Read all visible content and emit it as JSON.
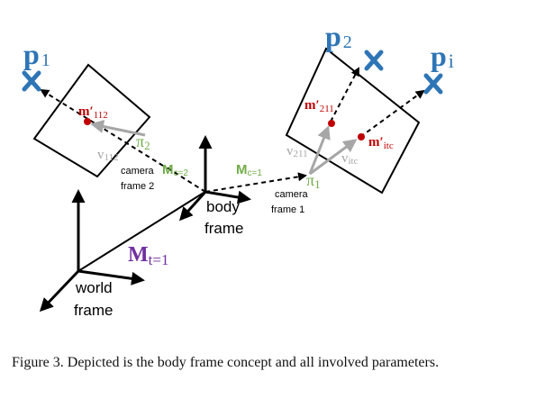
{
  "figure": {
    "points": {
      "p1": {
        "base": "p",
        "sub": "1"
      },
      "p2": {
        "base": "p",
        "sub": "2"
      },
      "pi": {
        "base": "p",
        "sub": "i"
      }
    },
    "measurements": {
      "m112": {
        "base": "m′",
        "sub": "112"
      },
      "m211": {
        "base": "m′",
        "sub": "211"
      },
      "mitc": {
        "base": "m′",
        "sub": "itc"
      }
    },
    "rays": {
      "v112": {
        "base": "v",
        "sub": "112"
      },
      "v211": {
        "base": "v",
        "sub": "211"
      },
      "vitc": {
        "base": "v",
        "sub": "itc"
      }
    },
    "image_planes": {
      "pi2": {
        "base": "π",
        "sub": "2"
      },
      "pi1": {
        "base": "π",
        "sub": "1"
      }
    },
    "transforms": {
      "mc2": {
        "base": "M",
        "sub": "c=2"
      },
      "mc1": {
        "base": "M",
        "sub": "c=1"
      },
      "mt1": {
        "base": "M",
        "sub": "t=1"
      }
    },
    "frames": {
      "camera2": [
        "camera",
        "frame 2"
      ],
      "camera1": [
        "camera",
        "frame 1"
      ],
      "body": [
        "body",
        "frame"
      ],
      "world": [
        "world",
        "frame"
      ]
    }
  },
  "caption": {
    "text": "Figure 3.  Depicted is the body frame concept and all involved parameters."
  },
  "colors": {
    "point_blue": "#2e75b6",
    "ray_gray": "#a6a6a6",
    "plane_green": "#70ad47",
    "measure_red": "#c00000",
    "transform_purple": "#7030a0",
    "line_black": "#000000"
  }
}
